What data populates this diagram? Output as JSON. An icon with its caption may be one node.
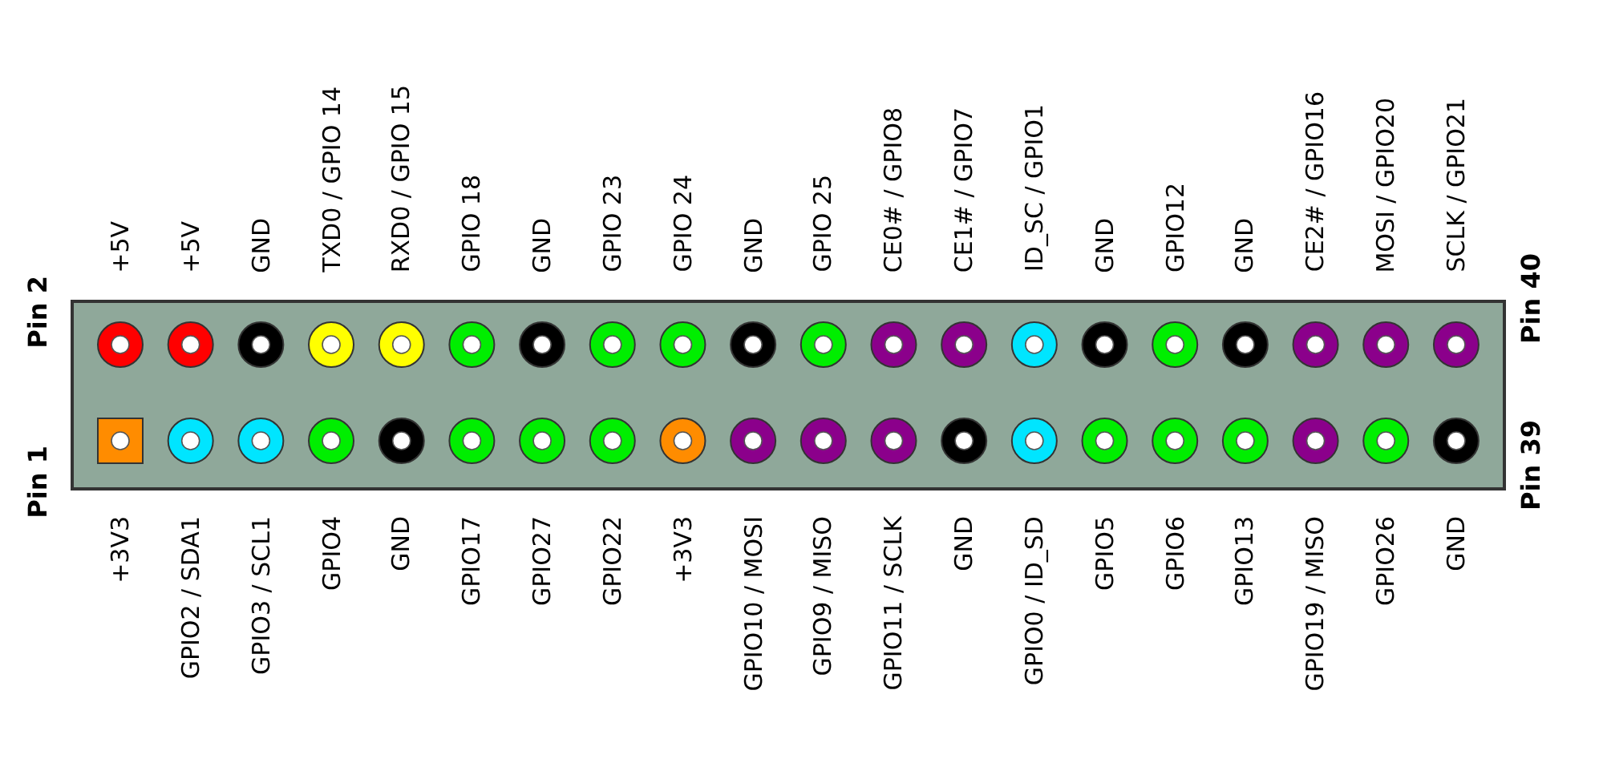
{
  "diagram": {
    "labels": [
      "+5V",
      "+5V",
      "GND",
      "TXD0 / GPIO 14",
      "RXD0 / GPIO 15",
      "GPIO 18",
      "GND",
      "GPIO 23",
      "GPIO 24",
      "GND",
      "GPIO 25",
      "CE0# / GPIO8",
      "CE1# / GPIO7",
      "ID_SC / GPIO1",
      "GND",
      "GPIO12",
      "GND",
      "CE2# / GPIO16",
      "MOSI / GPIO20",
      "SCLK / GPIO21",
      "Pin 2",
      "Pin 40",
      "Pin 1",
      "Pin 39",
      "+3V3",
      "GPIO2 / SDA1",
      "GPIO3 / SCL1",
      "GPIO4",
      "GND",
      "GPIO17",
      "GPIO27",
      "GPIO22",
      "+3V3",
      "GPIO10 / MOSI",
      "GPIO9 / MISO",
      "GPIO11 / SCLK",
      "GND",
      "GPIO0 / ID_SD",
      "GPIO5",
      "GPIO6",
      "GPIO13",
      "GPIO19 / MISO",
      "GPIO26",
      "GND"
    ]
  }
}
